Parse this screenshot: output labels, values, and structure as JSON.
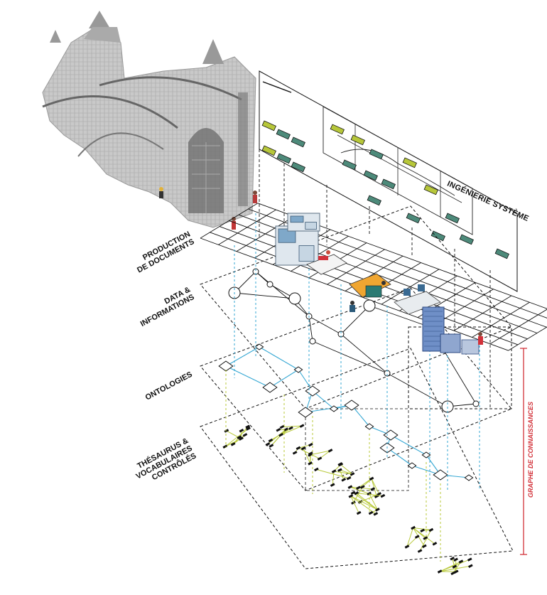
{
  "layers": {
    "production": "PRODUCTION\nDE DOCUMENTS",
    "data": "DATA &\nINFORMATIONS",
    "ontologies": "ONTOLOGIES",
    "thesaurus": "THÉSAURUS &\nVOCABULAIRES\nCONTRÔLÉS"
  },
  "systems_engineering_title": "INGÉNIERIE SYSTÈME",
  "knowledge_graph_label": "GRAPHE DE CONNAISSANCES",
  "colors": {
    "accent_red": "#d2323a",
    "ontology_cyan": "#35a7d3",
    "thesaurus_green": "#b8c93a",
    "sys_green": "#b7c73a",
    "sys_teal": "#4d8a7a",
    "lab_blue": "#7fa8c9"
  },
  "icons": [
    "cathedral-scan-image",
    "worker-figure-icon",
    "lab-equipment-icon",
    "office-desk-icon",
    "server-rack-icon"
  ]
}
